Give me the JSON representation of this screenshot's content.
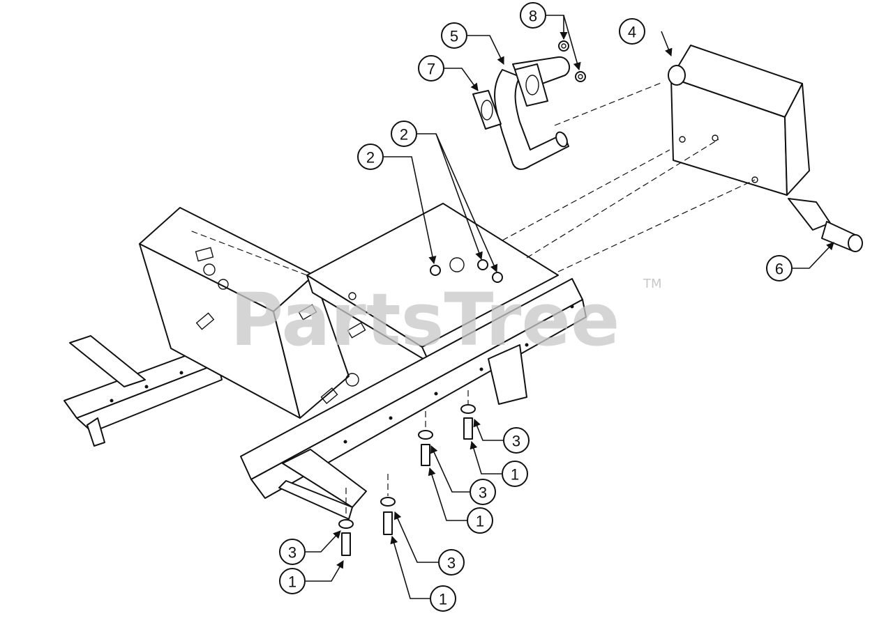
{
  "diagram": {
    "watermark": "PartsTree",
    "watermark_tm": "TM",
    "callouts": [
      {
        "id": "c-1a",
        "label": "1"
      },
      {
        "id": "c-1b",
        "label": "1"
      },
      {
        "id": "c-1c",
        "label": "1"
      },
      {
        "id": "c-1d",
        "label": "1"
      },
      {
        "id": "c-2a",
        "label": "2"
      },
      {
        "id": "c-2b",
        "label": "2"
      },
      {
        "id": "c-3a",
        "label": "3"
      },
      {
        "id": "c-3b",
        "label": "3"
      },
      {
        "id": "c-3c",
        "label": "3"
      },
      {
        "id": "c-3d",
        "label": "3"
      },
      {
        "id": "c-4",
        "label": "4"
      },
      {
        "id": "c-5",
        "label": "5"
      },
      {
        "id": "c-6",
        "label": "6"
      },
      {
        "id": "c-7",
        "label": "7"
      },
      {
        "id": "c-8",
        "label": "8"
      }
    ]
  }
}
